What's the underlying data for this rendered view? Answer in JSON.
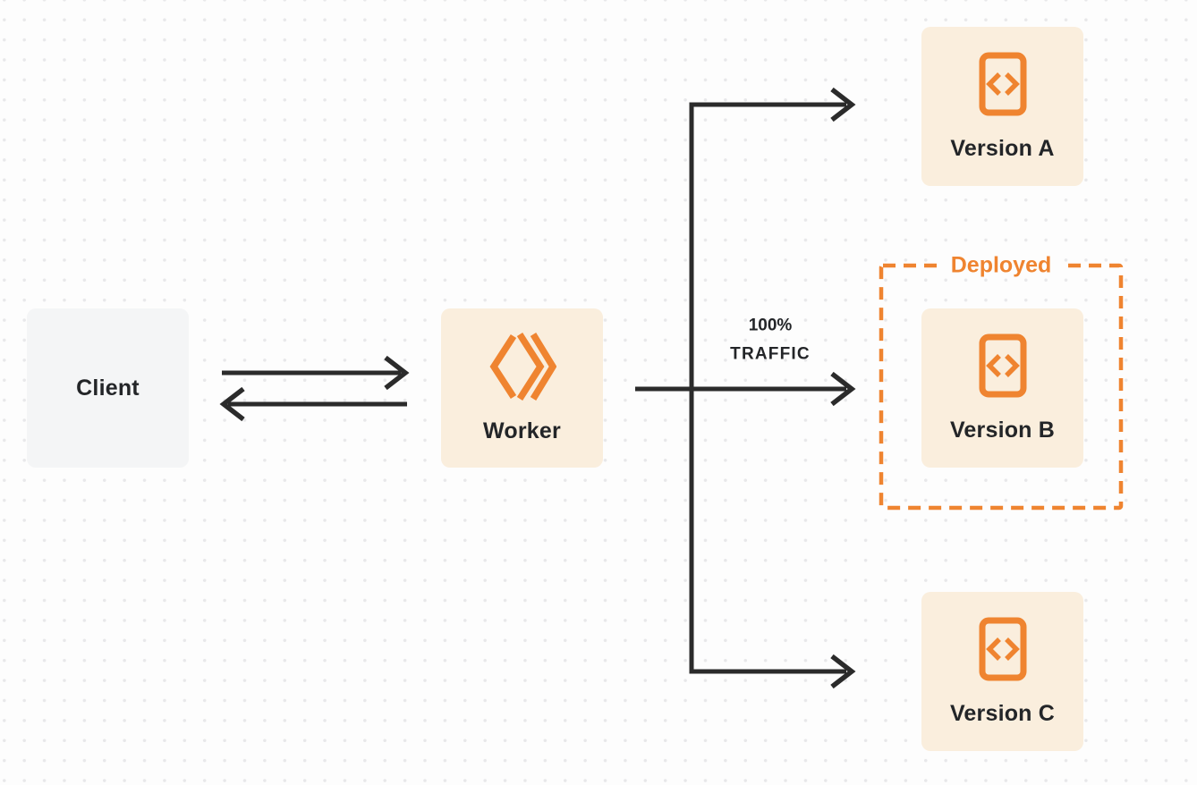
{
  "colors": {
    "accent_orange": "#ef8430",
    "cream": "#faeedd",
    "light_gray": "#f4f5f6",
    "ink": "#232528",
    "line_ink": "#2b2b2b",
    "page_bg": "#fdfdfd",
    "dot": "#e8e8ea"
  },
  "nodes": {
    "client": {
      "label": "Client"
    },
    "worker": {
      "label": "Worker",
      "icon": "workers-logo-icon"
    },
    "version_a": {
      "label": "Version A",
      "icon": "code-file-icon"
    },
    "version_b": {
      "label": "Version B",
      "icon": "code-file-icon"
    },
    "version_c": {
      "label": "Version C",
      "icon": "code-file-icon"
    }
  },
  "annotations": {
    "deployed": {
      "label": "Deployed"
    },
    "traffic": {
      "line1": "100%",
      "line2": "TRAFFIC"
    }
  }
}
